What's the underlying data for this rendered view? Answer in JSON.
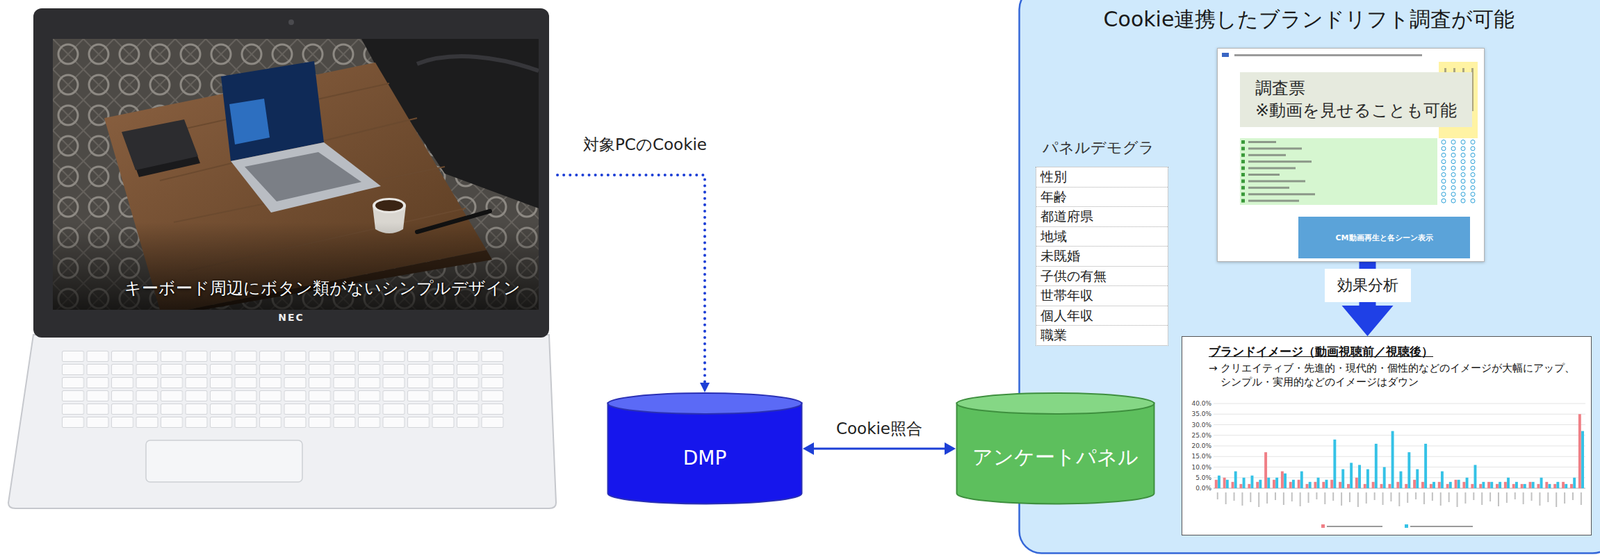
{
  "diagram": {
    "nodes": [
      {
        "text": [
          "キーボード周辺にボタン類がないシンプルデザイン",
          "NEC"
        ]
      },
      {
        "text": [
          "DMP"
        ]
      },
      {
        "text": [
          "アンケートパネル"
        ]
      },
      {
        "text": [
          "Cookie連携したブランドリフト調査が可能"
        ]
      },
      {
        "text": [
          "パネルデモグラ",
          "性別",
          "年齢",
          "都道府県",
          "地域",
          "未既婚",
          "子供の有無",
          "世帯年収",
          "個人年収",
          "職業"
        ],
        "in": 3
      },
      {
        "text": [
          "調査票",
          "※動画を見せることも可能",
          "CM動画再生と各シーン表示"
        ],
        "in": 3
      },
      {
        "text": [
          "ブランドイメージ（動画視聴前／視聴後）",
          "→ クリエイティブ・先進的・現代的・個性的などのイメージが大幅にアップ、 シンプル・実用的などのイメージはダウン"
        ],
        "in": 3
      }
    ],
    "edges": [
      {
        "from": 0,
        "to": 1,
        "arrow": "to",
        "label": "対象PCのCookie"
      },
      {
        "from": 1,
        "to": 2,
        "arrow": "both",
        "label": "Cookie照合"
      },
      {
        "from": 5,
        "to": 6,
        "arrow": "to",
        "label": "効果分析"
      }
    ],
    "labels": [
      "40.0%",
      "35.0%",
      "30.0%",
      "25.0%",
      "20.0%",
      "15.0%",
      "10.0%",
      "5.0%",
      "0.0%"
    ]
  }
}
